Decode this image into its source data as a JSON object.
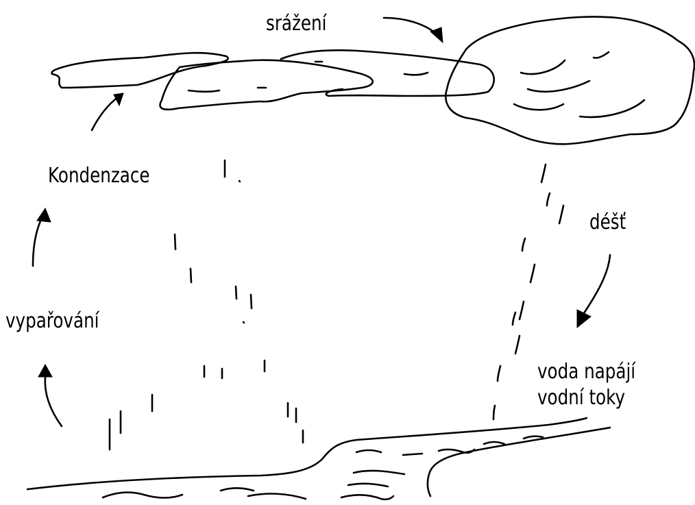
{
  "diagram": {
    "labels": {
      "precipitation": "srážení",
      "condensation": "Kondenzace",
      "evaporation": "vyp​ařování",
      "rain": "déšť",
      "stream_line1": "voda napájí",
      "stream_line2": "vodní toky"
    }
  }
}
